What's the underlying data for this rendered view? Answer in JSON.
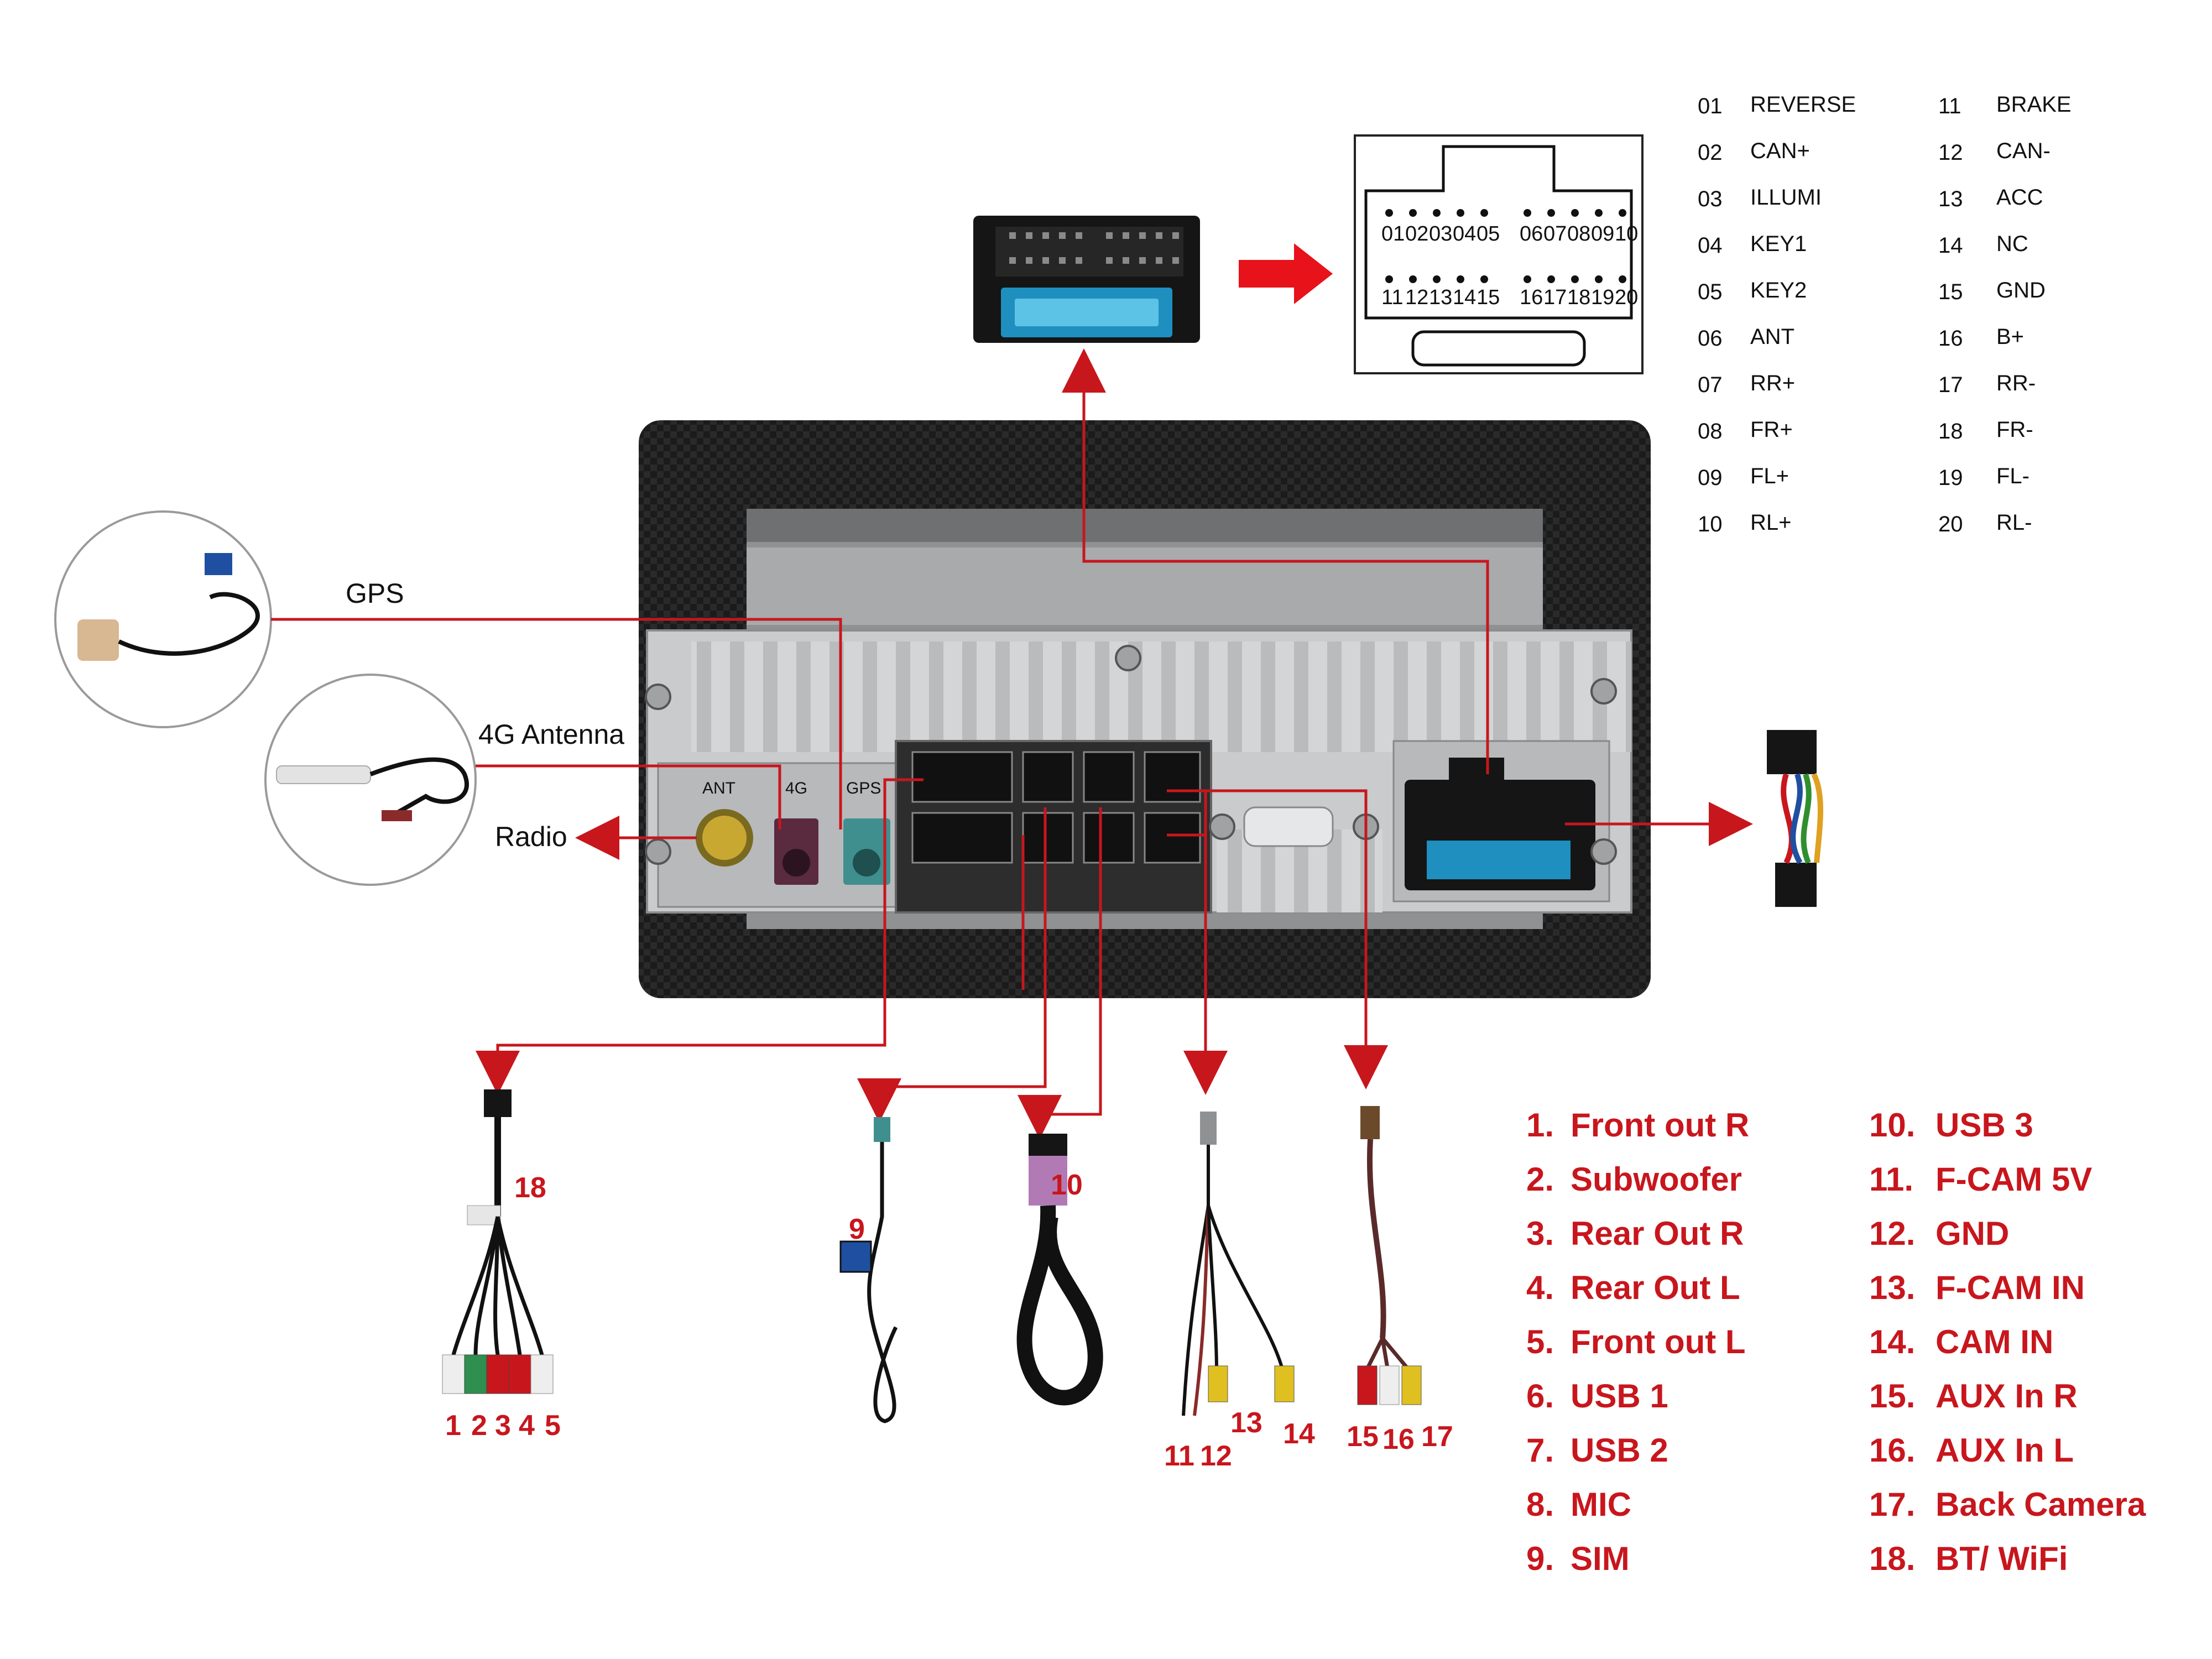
{
  "connector_pinout": {
    "pin_numbers_row1": [
      "01",
      "02",
      "03",
      "04",
      "05",
      "06",
      "07",
      "08",
      "09",
      "10"
    ],
    "pin_numbers_row2": [
      "11",
      "12",
      "13",
      "14",
      "15",
      "16",
      "17",
      "18",
      "19",
      "20"
    ],
    "left_column": [
      {
        "num": "01",
        "label": "REVERSE"
      },
      {
        "num": "02",
        "label": "CAN+"
      },
      {
        "num": "03",
        "label": "ILLUMI"
      },
      {
        "num": "04",
        "label": "KEY1"
      },
      {
        "num": "05",
        "label": "KEY2"
      },
      {
        "num": "06",
        "label": "ANT"
      },
      {
        "num": "07",
        "label": "RR+"
      },
      {
        "num": "08",
        "label": "FR+"
      },
      {
        "num": "09",
        "label": "FL+"
      },
      {
        "num": "10",
        "label": "RL+"
      }
    ],
    "right_column": [
      {
        "num": "11",
        "label": "BRAKE"
      },
      {
        "num": "12",
        "label": "CAN-"
      },
      {
        "num": "13",
        "label": "ACC"
      },
      {
        "num": "14",
        "label": "NC"
      },
      {
        "num": "15",
        "label": "GND"
      },
      {
        "num": "16",
        "label": "B+"
      },
      {
        "num": "17",
        "label": "RR-"
      },
      {
        "num": "18",
        "label": "FR-"
      },
      {
        "num": "19",
        "label": "FL-"
      },
      {
        "num": "20",
        "label": "RL-"
      }
    ]
  },
  "antennas": {
    "gps": "GPS",
    "antenna_4g": "4G Antenna",
    "radio": "Radio"
  },
  "unit_port_labels": {
    "ant": "ANT",
    "four_g": "4G",
    "gps": "GPS"
  },
  "cable_callouts": {
    "c18": "18",
    "c9": "9",
    "c10": "10",
    "rca_1_5": [
      "1",
      "2",
      "3",
      "4",
      "5"
    ],
    "cam": [
      "11",
      "12",
      "13",
      "14"
    ],
    "aux": [
      "15",
      "16",
      "17"
    ]
  },
  "legend_left": [
    {
      "num": "1.",
      "label": "Front out R"
    },
    {
      "num": "2.",
      "label": "Subwoofer"
    },
    {
      "num": "3.",
      "label": "Rear Out R"
    },
    {
      "num": "4.",
      "label": "Rear Out L"
    },
    {
      "num": "5.",
      "label": "Front out L"
    },
    {
      "num": "6.",
      "label": "USB 1"
    },
    {
      "num": "7.",
      "label": "USB 2"
    },
    {
      "num": "8.",
      "label": "MIC"
    },
    {
      "num": "9.",
      "label": "SIM"
    }
  ],
  "legend_right": [
    {
      "num": "10.",
      "label": "USB 3"
    },
    {
      "num": "11.",
      "label": "F-CAM 5V"
    },
    {
      "num": "12.",
      "label": "GND"
    },
    {
      "num": "13.",
      "label": "F-CAM IN"
    },
    {
      "num": "14.",
      "label": "CAM IN"
    },
    {
      "num": "15.",
      "label": "AUX In R"
    },
    {
      "num": "16.",
      "label": "AUX In L"
    },
    {
      "num": "17.",
      "label": "Back Camera"
    },
    {
      "num": "18.",
      "label": "BT/ WiFi"
    }
  ],
  "colors": {
    "line_red": "#c8161d",
    "arrow_red": "#e8121a",
    "chassis_silver": "#c9cbcd",
    "frame_black": "#1b1b1b",
    "fakra_purple": "#5a2a3e",
    "fakra_teal": "#3f8f8f",
    "radio_gold": "#c9a832"
  }
}
